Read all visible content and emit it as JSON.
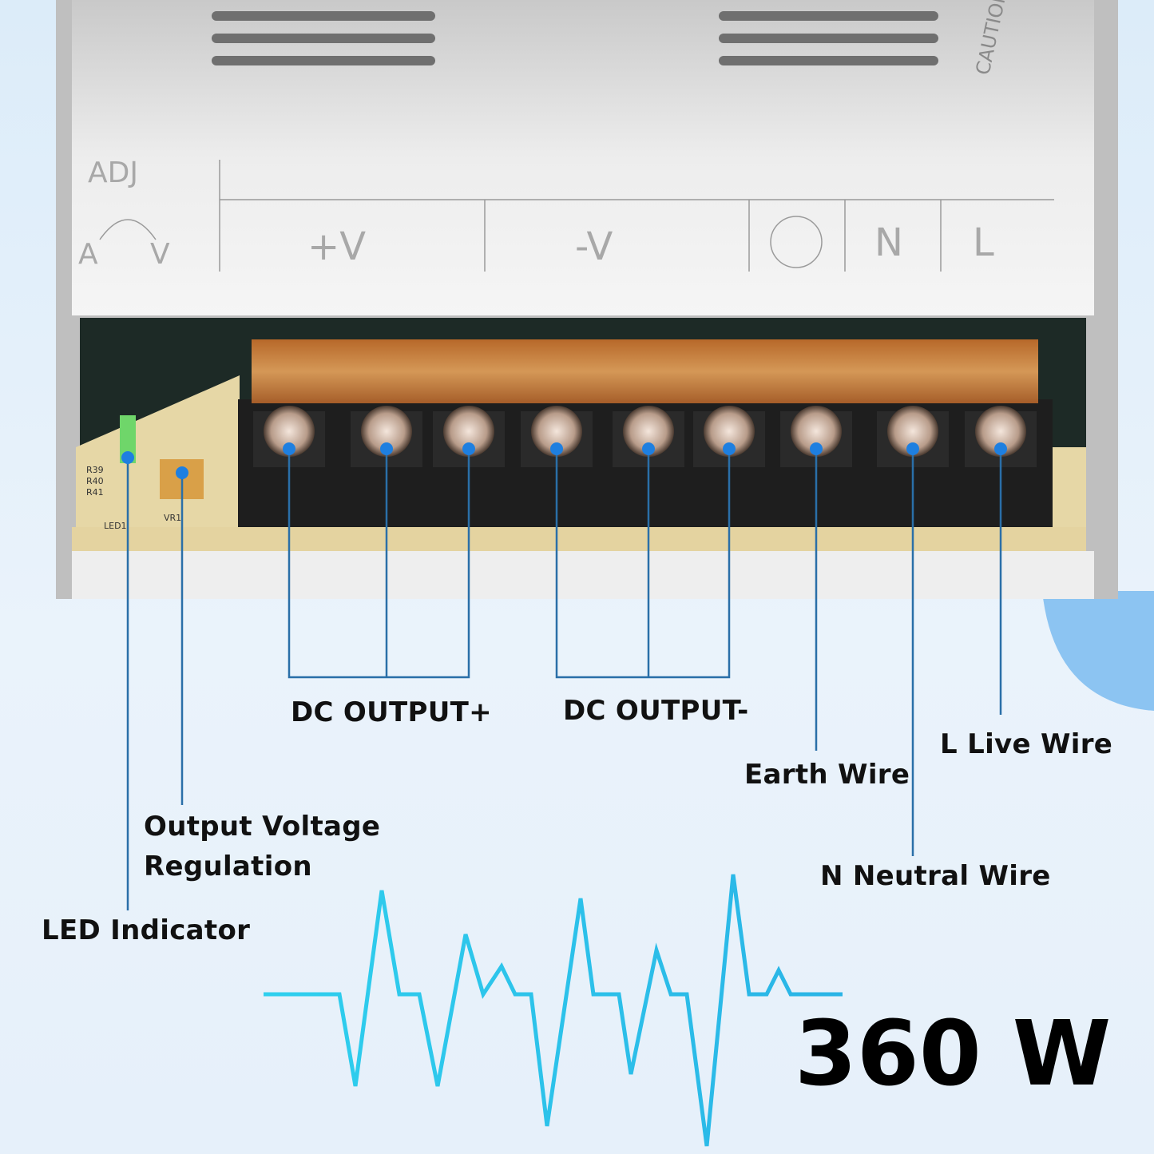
{
  "device": {
    "embossed": {
      "adj": "ADJ",
      "a": "A",
      "v": "V",
      "plus_v": "+V",
      "minus_v": "-V",
      "n": "N",
      "l": "L"
    },
    "pcb_labels": [
      "R39",
      "R40",
      "R41",
      "LED1",
      "VR1"
    ],
    "side_text": "CAUTION"
  },
  "labels": {
    "dc_output_plus": "DC OUTPUT+",
    "dc_output_minus": "DC OUTPUT-",
    "earth": "Earth Wire",
    "live": "L Live Wire",
    "neutral": "N Neutral Wire",
    "voltage_reg_1": "Output Voltage",
    "voltage_reg_2": "Regulation",
    "led": "LED Indicator"
  },
  "power": "360 W",
  "colors": {
    "leader": "#2a6fa8",
    "dot": "#1e7fe0",
    "wave": "#2cc8e8",
    "block": "#1e1e1e",
    "cover": "#d58a3c"
  }
}
